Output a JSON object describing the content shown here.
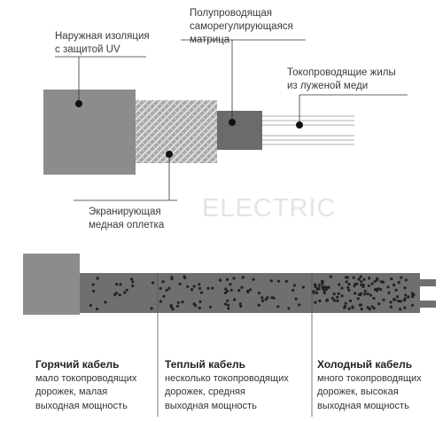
{
  "top_labels": {
    "outer_insulation": "Наружная изоляция\nс защитой UV",
    "matrix": "Полупроводящая\nсаморегулирующаяся\nматрица",
    "conductors": "Токопроводящие жилы\nиз луженой меди",
    "braid": "Экранирующая\nмедная оплетка"
  },
  "watermark": "ELECTRIC",
  "columns": [
    {
      "title": "Горячий кабель",
      "desc": "мало токопроводящих\nдорожек, малая\nвыходная мощность"
    },
    {
      "title": "Теплый кабель",
      "desc": "несколько токопроводящих\nдорожек, средняя\nвыходная мощность"
    },
    {
      "title": "Холодный кабель",
      "desc": "много токопроводящих\nдорожек, высокая\nвыходная мощность"
    }
  ],
  "colors": {
    "outer_jacket": "#8c8c8c",
    "braid": "#a9a9a9",
    "matrix": "#6b6b6b",
    "conductor": "#bdbdbd",
    "cable_body": "#6f6f6f",
    "particles": "#222222",
    "leader": "#333333"
  }
}
